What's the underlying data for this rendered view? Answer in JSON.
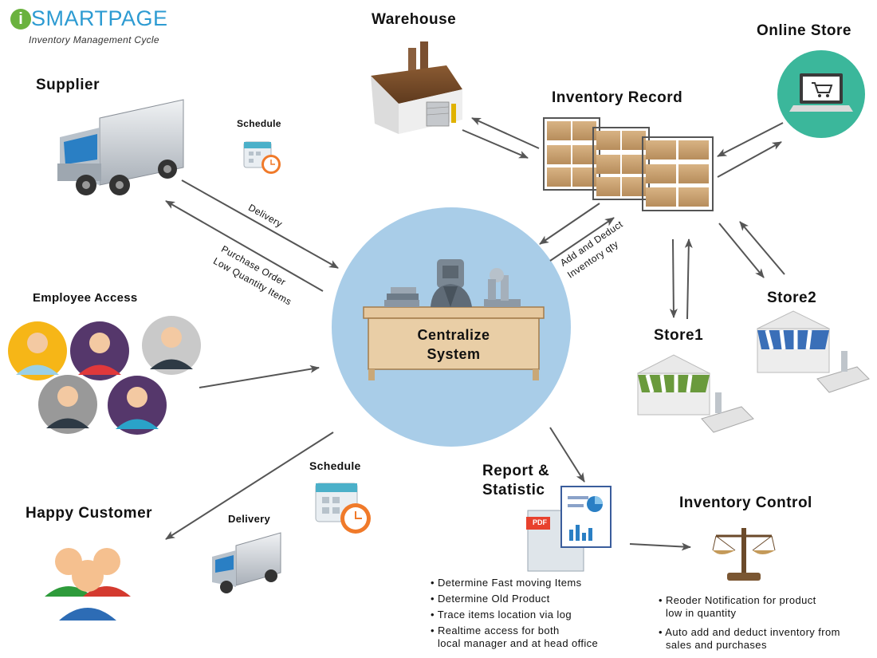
{
  "logo": {
    "mark": "i",
    "name": "SMARTPAGE",
    "tagline": "Inventory Management Cycle"
  },
  "center": {
    "line1": "Centralize",
    "line2": "System"
  },
  "nodes": {
    "warehouse": "Warehouse",
    "online_store": "Online Store",
    "supplier": "Supplier",
    "inventory_record": "Inventory Record",
    "employee_access": "Employee Access",
    "store1": "Store1",
    "store2": "Store2",
    "happy_customer": "Happy Customer",
    "report_line1": "Report &",
    "report_line2": "Statistic",
    "inventory_control": "Inventory Control"
  },
  "labels": {
    "schedule_top": "Schedule",
    "schedule_bottom": "Schedule",
    "delivery_top": "Delivery",
    "delivery_bottom": "Delivery",
    "purchase_order": "Purchase Order",
    "low_quantity": "Low Quantity Items",
    "add_deduct_1": "Add and Deduct",
    "add_deduct_2": "Inventory qty",
    "pdf": "PDF"
  },
  "report_bullets": [
    "• Determine Fast moving Items",
    "• Determine Old Product",
    "• Trace items location via log",
    "• Realtime access for both",
    "local manager and at head office"
  ],
  "control_bullets": [
    "• Reoder Notification for product",
    "low in quantity",
    "• Auto add and deduct inventory from",
    "sales and purchases"
  ],
  "colors": {
    "circle": "#a9cde8",
    "desk": "#e6c89e",
    "desk_edge": "#a37b4a",
    "arrow": "#555555",
    "logo_blue": "#2d9bd2",
    "logo_green": "#6ab23e",
    "laptop_bg": "#3bb79b"
  }
}
